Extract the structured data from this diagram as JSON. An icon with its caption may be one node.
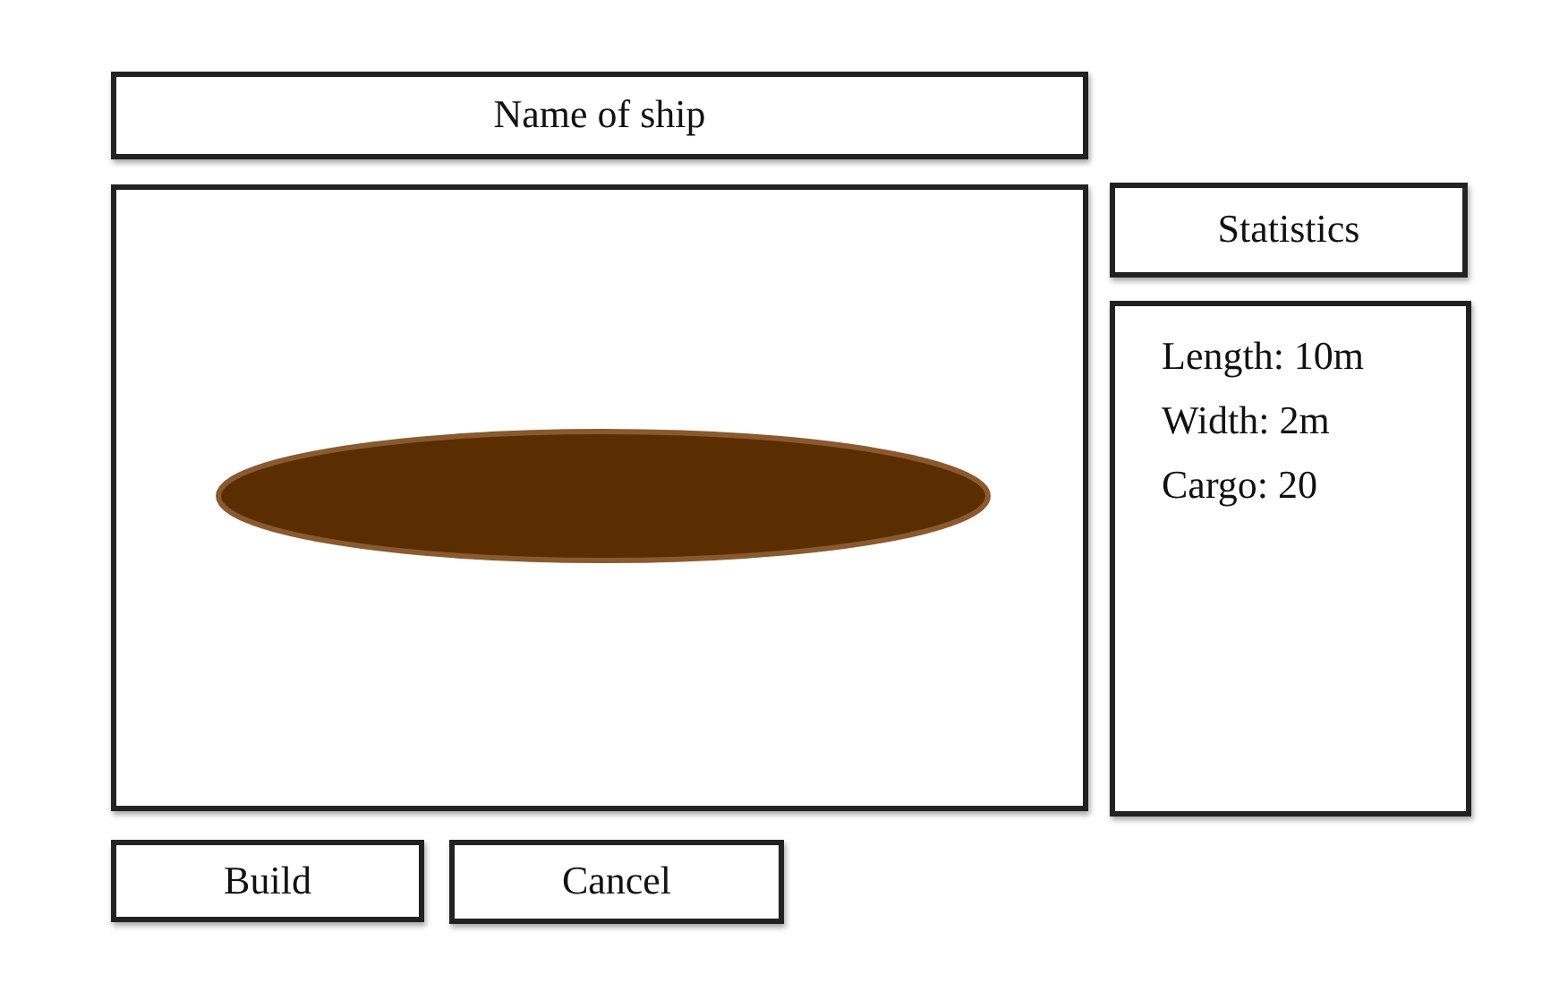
{
  "diagram": {
    "nodes": [
      {
        "text": [
          "Name of ship"
        ]
      },
      {
        "text": [],
        "shape": "box"
      },
      {
        "text": [
          "Statistics"
        ]
      },
      {
        "text": [
          "Length: 10m",
          "Width: 2m",
          "Cargo: 20"
        ]
      },
      {
        "text": [
          "Build"
        ]
      },
      {
        "text": [
          "Cancel"
        ]
      }
    ]
  }
}
